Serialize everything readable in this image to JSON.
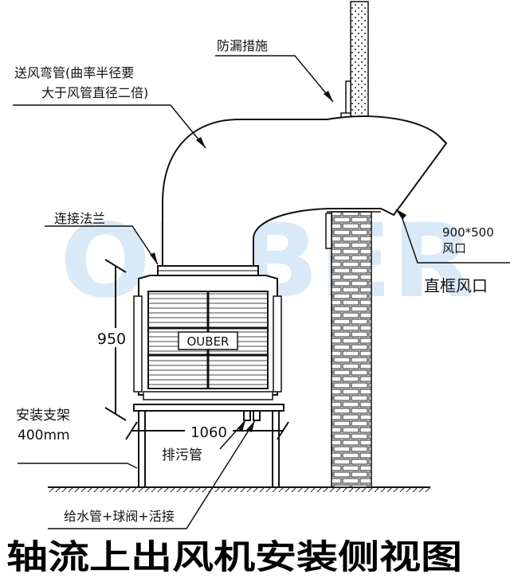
{
  "watermark": "OUBER",
  "labels": {
    "leak_prevention": "防漏措施",
    "elbow_line1": "送风弯管(曲率半径要",
    "elbow_line2": "大于风管直径二倍)",
    "flange": "连接法兰",
    "outlet_size": "900*500",
    "outlet_word": "风口",
    "straight_outlet": "直框风口",
    "height_dim": "950",
    "stand_line1": "安装支架",
    "stand_line2": "400mm",
    "width_dim": "1060",
    "drain": "排污管",
    "water_supply": "给水管+球阀+活接",
    "unit_badge": "OUBER"
  },
  "title": "轴流上出风机安装侧视图",
  "colors": {
    "line": "#111111",
    "watermark": "#bcd8f2"
  }
}
